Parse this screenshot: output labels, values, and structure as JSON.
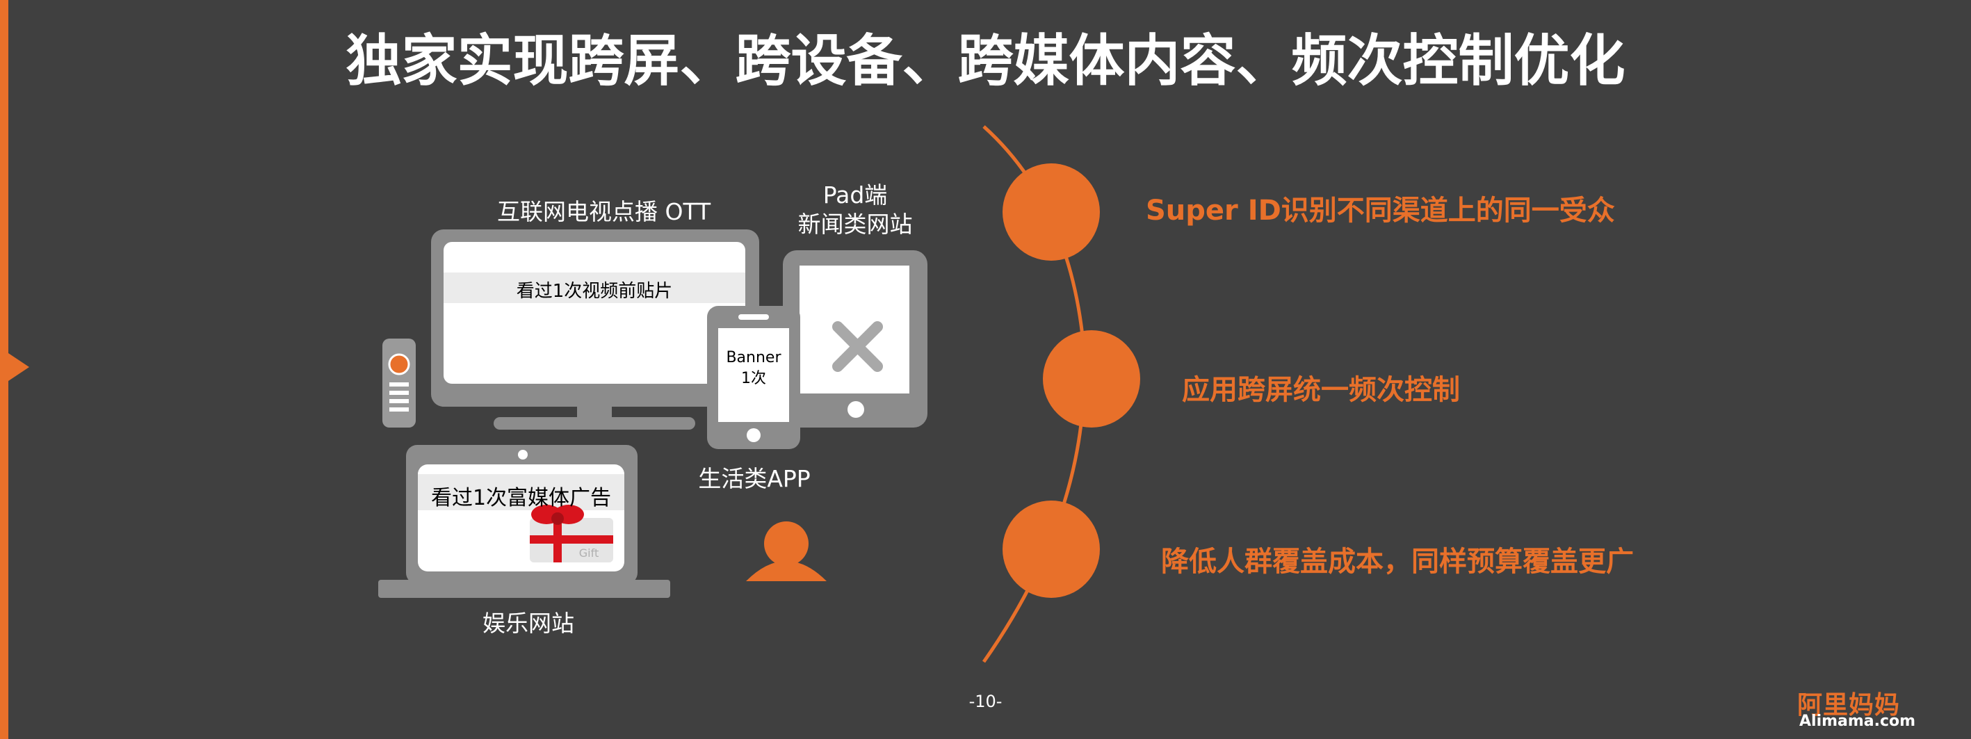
{
  "title": "独家实现跨屏、跨设备、跨媒体内容、频次控制优化",
  "devices": {
    "tv_label": "互联网电视点播 OTT",
    "tv_screen_text": "看过1次视频前贴片",
    "pad_label_line1": "Pad端",
    "pad_label_line2": "新闻类网站",
    "phone_banner_line1": "Banner",
    "phone_banner_line2": "1次",
    "phone_label": "生活类APP",
    "laptop_screen_text": "看过1次富媒体广告",
    "gift_text": "Gift",
    "laptop_label": "娱乐网站"
  },
  "points": [
    {
      "text": "Super ID识别不同渠道上的同一受众"
    },
    {
      "text": "应用跨屏统一频次控制"
    },
    {
      "text": "降低人群覆盖成本，同样预算覆盖更广"
    }
  ],
  "page_number": "-10-",
  "logo": {
    "cn": "阿里妈妈",
    "en": "Alimama.com"
  },
  "colors": {
    "accent": "#E8702A",
    "background": "#404040",
    "device_gray": "#8C8C8C"
  },
  "icons": [
    "remote-control-icon",
    "close-x-icon",
    "user-icon",
    "gift-icon"
  ]
}
